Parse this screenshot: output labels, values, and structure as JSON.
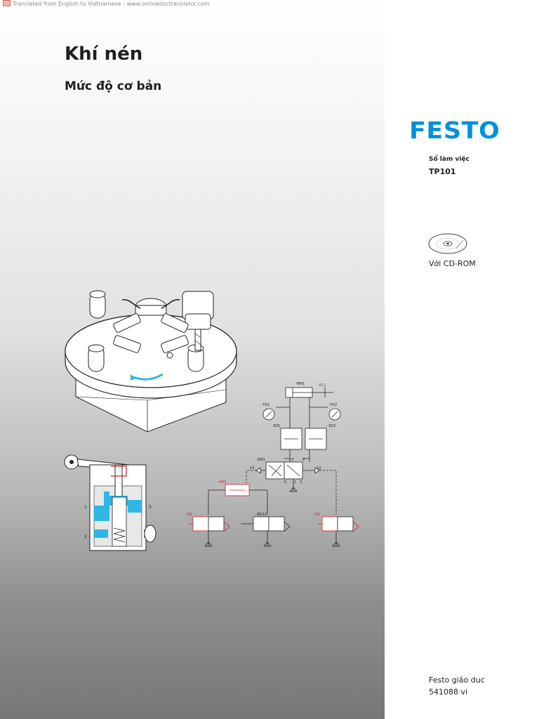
{
  "banner": {
    "text": "Translated from English to Vietnamese - www.onlinedoctranslator.com"
  },
  "cover": {
    "title": "Khí nén",
    "subtitle": "Mức độ cơ bản",
    "logo": "FESTO",
    "workbook_label": "Sổ làm việc",
    "workbook_code": "TP101",
    "cd_label": "Với CD-ROM",
    "publisher": "Festo giáo duc",
    "order_number": "541088 vi"
  },
  "circuit": {
    "labels": {
      "mm1": "- MM1",
      "bg1": "- BG1",
      "fg1": "- FG1",
      "fg2": "- FG2",
      "rz1": "- RZ1",
      "rz2": "- RZ2",
      "qm1": "- QM1",
      "kh1": "- KH1",
      "bg12": "- BG12",
      "sj1": "- SJ1",
      "sj2": "- SJ2",
      "p14": "14",
      "p12": "12",
      "p4": "4",
      "p2": "2",
      "p5": "5",
      "p1": "1",
      "p3": "3"
    }
  },
  "valve_section": {
    "port1": "1",
    "port2": "2",
    "port3": "3"
  },
  "colors": {
    "festo_blue": "#0091dc",
    "air_blue": "#2fb6e6",
    "signal_red": "#d0202a"
  },
  "icons": [
    "cd-rom-icon",
    "translate-flag-icon"
  ]
}
